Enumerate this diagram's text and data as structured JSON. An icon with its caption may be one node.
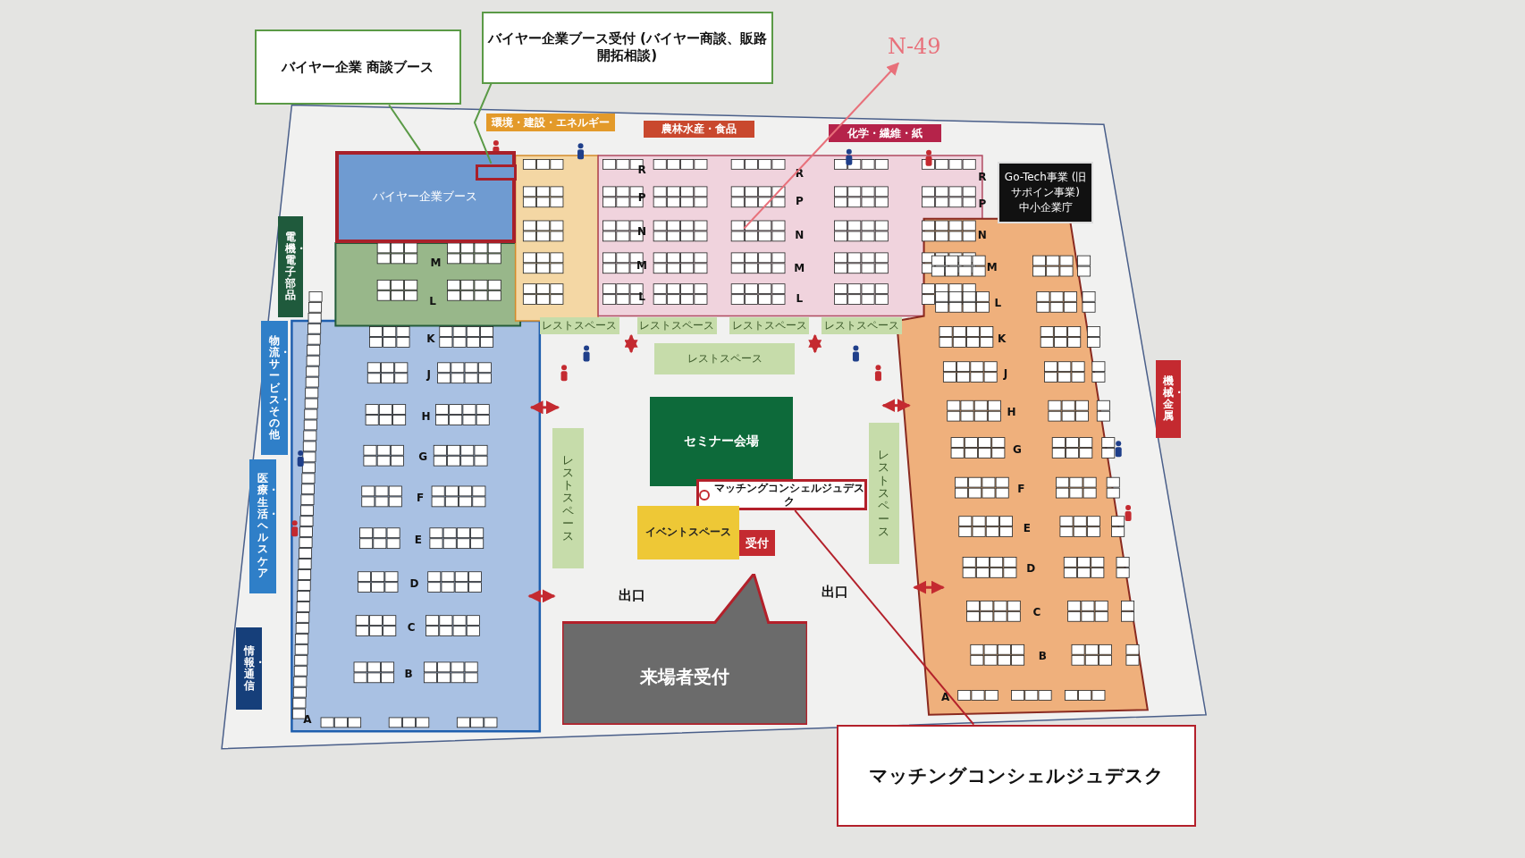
{
  "diagram": {
    "nodes": [
      {
        "text": [
          "バイヤー企業 商談ブース"
        ]
      },
      {
        "text": [
          "バイヤー企業ブース受付 (バイヤー商談、販路開拓相談)"
        ]
      },
      {
        "text": [
          "バイヤー企業ブース"
        ]
      },
      {
        "text": [],
        "shape": "box",
        "in": 2
      },
      {
        "text": [
          "Go-Tech事業 (旧サポイン事業)",
          "中小企業庁"
        ]
      },
      {
        "text": [
          "環境・建設・エネルギー"
        ]
      },
      {
        "text": [
          "農林水産・食品"
        ]
      },
      {
        "text": [
          "化学・繊維・紙"
        ]
      },
      {
        "text": [
          "電機・電子部品"
        ]
      },
      {
        "text": [
          "物流・サービス・その他"
        ]
      },
      {
        "text": [
          "医療・生活・ヘルスケア"
        ]
      },
      {
        "text": [
          "情報・通信"
        ]
      },
      {
        "text": [
          "機械・金属"
        ]
      },
      {
        "text": [
          "レストスペース"
        ]
      },
      {
        "text": [
          "レストスペース"
        ]
      },
      {
        "text": [
          "レストスペース"
        ]
      },
      {
        "text": [
          "レストスペース"
        ]
      },
      {
        "text": [
          "レストスペース"
        ]
      },
      {
        "text": [
          "レストスペース"
        ]
      },
      {
        "text": [
          "レストスペース"
        ]
      },
      {
        "text": [
          "セミナー会場"
        ]
      },
      {
        "text": [
          "マッチングコンシェルジュデスク"
        ]
      },
      {
        "text": [
          "イベントスペース"
        ]
      },
      {
        "text": [
          "受付"
        ]
      },
      {
        "text": [
          "来場者受付"
        ]
      },
      {
        "text": [
          "マッチングコンシェルジュデスク"
        ]
      },
      {
        "text": [
          "N-49"
        ]
      }
    ],
    "edges": [
      {
        "from": 0,
        "to": 2,
        "arrow": "none",
        "color": "#5a9a46"
      },
      {
        "from": 1,
        "to": 3,
        "arrow": "none",
        "color": "#5a9a46"
      },
      {
        "from": 25,
        "to": 21,
        "arrow": "none",
        "color": "#b3202a"
      },
      {
        "from": null,
        "to": 26,
        "arrow": "to",
        "color": "#e8707a"
      }
    ],
    "labels": [
      "出口",
      "出口",
      "M",
      "L",
      "K",
      "J",
      "H",
      "G",
      "F",
      "E",
      "D",
      "C",
      "B",
      "A",
      "R",
      "P",
      "N",
      "M",
      "L",
      "R",
      "P",
      "N",
      "M",
      "L",
      "R",
      "P",
      "N",
      "M",
      "L",
      "K",
      "J",
      "H",
      "G",
      "F",
      "E",
      "D",
      "C",
      "B",
      "A"
    ]
  }
}
